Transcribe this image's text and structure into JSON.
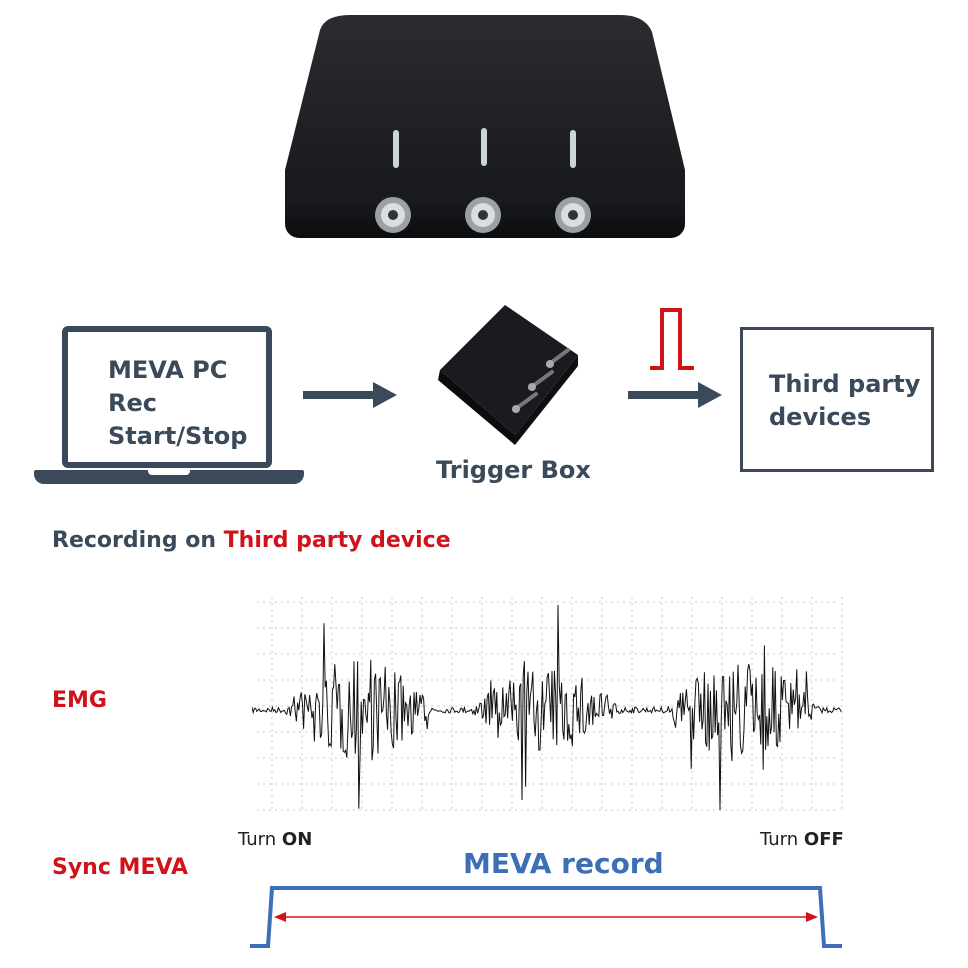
{
  "laptop": {
    "lines": [
      "MEVA PC",
      "Rec",
      "Start/Stop"
    ]
  },
  "trigger_box": {
    "label": "Trigger Box"
  },
  "third_party": {
    "lines": [
      "Third party",
      "devices"
    ]
  },
  "heading": {
    "prefix": "Recording on ",
    "highlight": "Third party device"
  },
  "emg": {
    "label": "EMG"
  },
  "sync": {
    "label": "Sync MEVA"
  },
  "markers": {
    "turn_word": "Turn",
    "on_word": "ON",
    "off_word": "OFF"
  },
  "meva_record": {
    "label": "MEVA record"
  },
  "colors": {
    "dark": "#3a4a5a",
    "red": "#d0121b",
    "blue": "#3c6fb6"
  },
  "icons": [
    "laptop-icon",
    "trigger-box-photo",
    "arrow-right-icon",
    "pulse-signal-icon",
    "emg-waveform"
  ]
}
